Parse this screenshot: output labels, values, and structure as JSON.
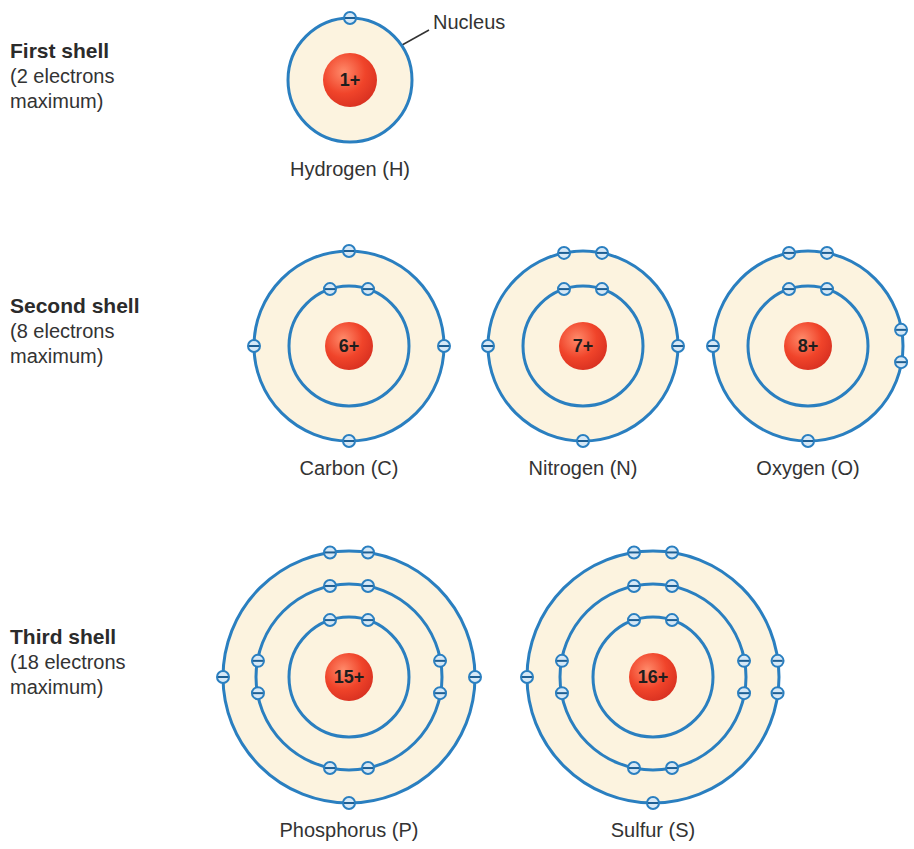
{
  "diagram": {
    "nodes": [
      {
        "text": [
          "Hydrogen (H)"
        ]
      },
      {
        "text": [
          "1+"
        ],
        "in": 0
      },
      {
        "text": [
          "Carbon (C)"
        ]
      },
      {
        "text": [
          "6+"
        ],
        "in": 2
      },
      {
        "text": [
          "Nitrogen (N)"
        ]
      },
      {
        "text": [
          "7+"
        ],
        "in": 4
      },
      {
        "text": [
          "Oxygen (O)"
        ]
      },
      {
        "text": [
          "8+"
        ],
        "in": 6
      },
      {
        "text": [
          "Phosphorus (P)"
        ]
      },
      {
        "text": [
          "15+"
        ],
        "in": 8
      },
      {
        "text": [
          "Sulfur (S)"
        ]
      },
      {
        "text": [
          "16+"
        ],
        "in": 10
      }
    ],
    "labels": [
      "First shell",
      "(2 electrons maximum)",
      "Second shell",
      "(8 electrons maximum)",
      "Third shell",
      "(18 electrons maximum)",
      "Nucleus"
    ]
  }
}
